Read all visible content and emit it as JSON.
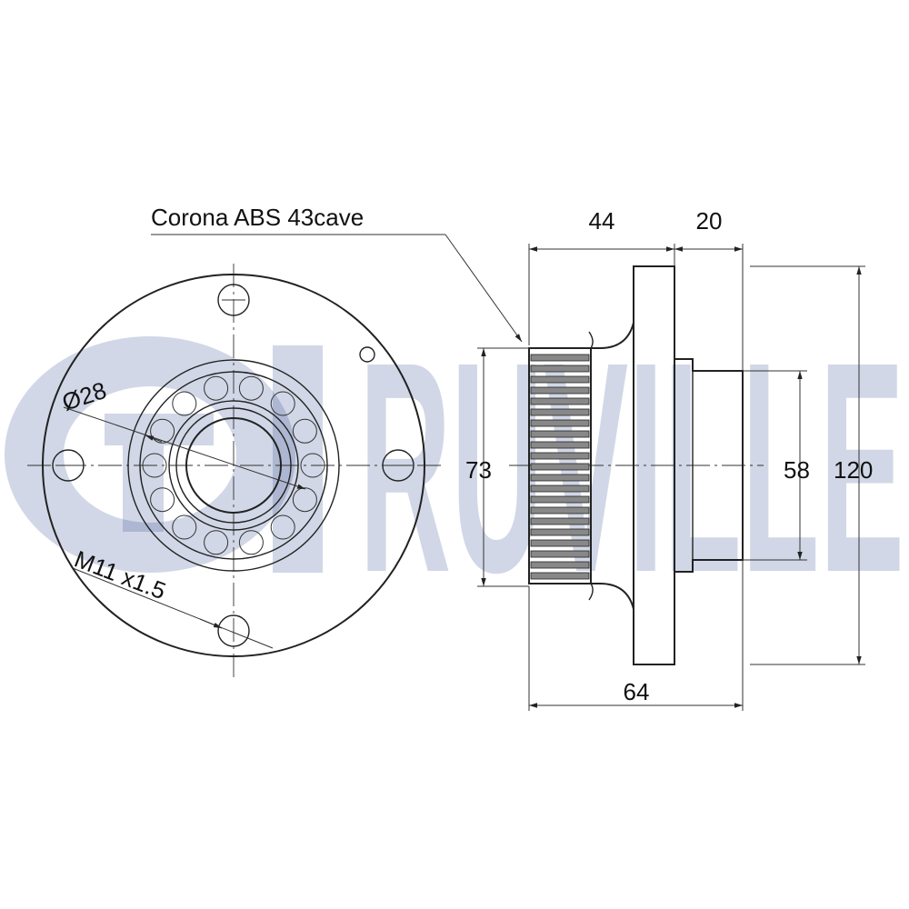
{
  "labels": {
    "abs_ring": "Corona ABS 43cave",
    "bore_diameter": "Ø28",
    "stud_thread": "M11 x1.5",
    "dim_hub_width": "44",
    "dim_flange_width": "20",
    "dim_ring_diameter": "73",
    "dim_spigot_diameter": "58",
    "dim_flange_diameter": "120",
    "dim_total_width": "64"
  },
  "watermark": {
    "text": "RUVILLE",
    "color": "#2e4a8f"
  }
}
